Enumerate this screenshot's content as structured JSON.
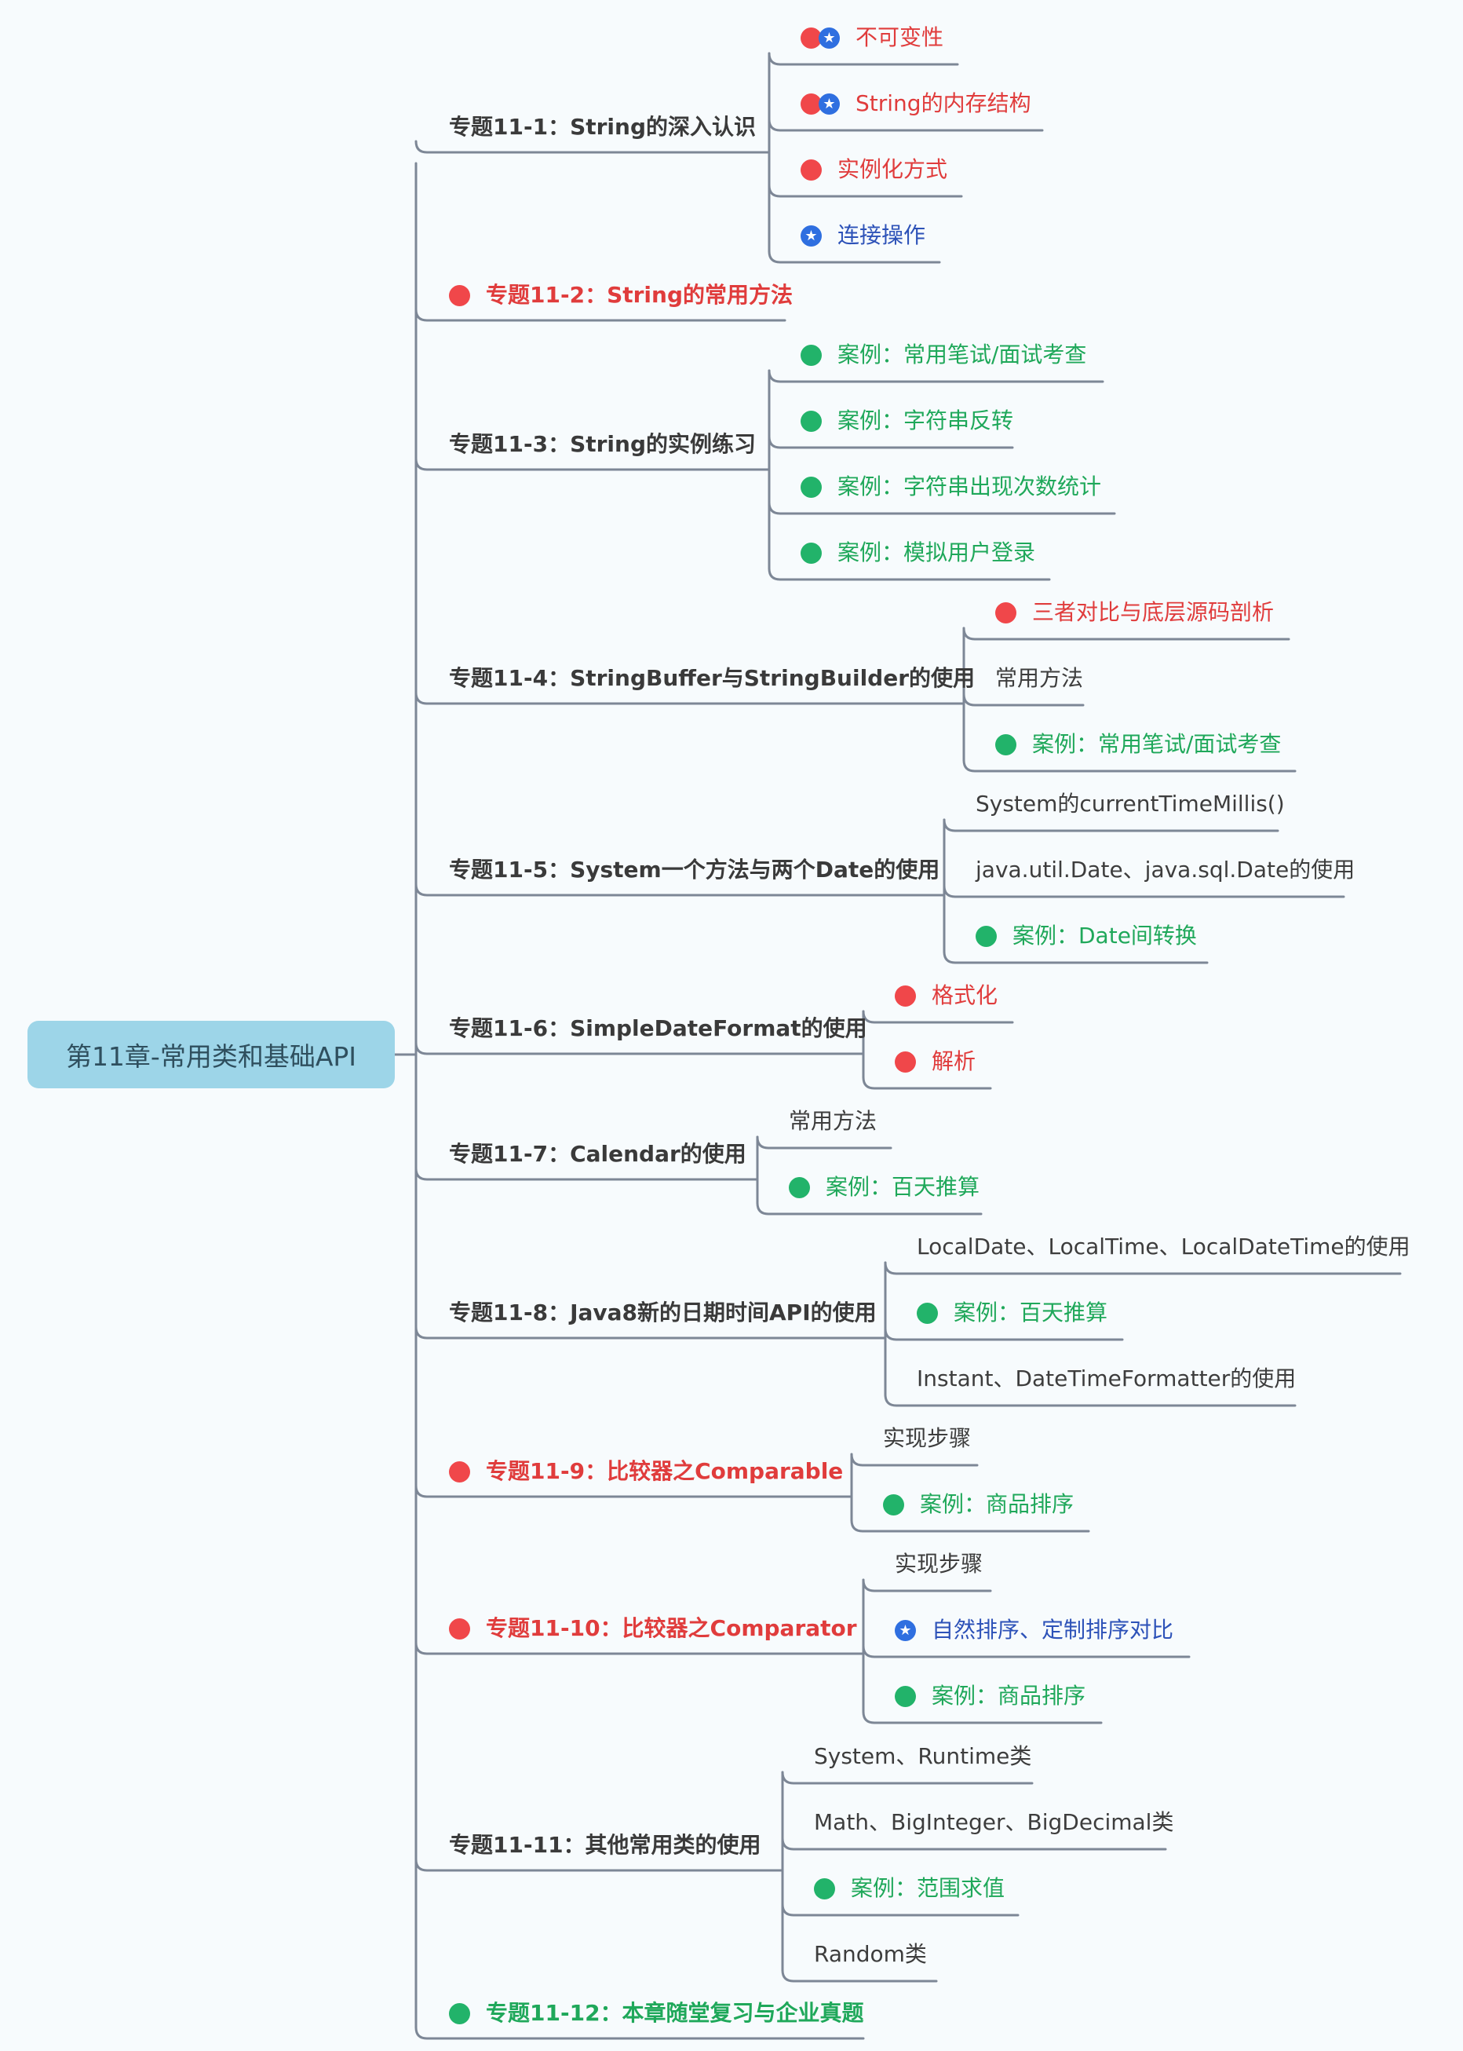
{
  "root": {
    "label": "第11章-常用类和基础API"
  },
  "topics": [
    {
      "label": "专题11-1：String的深入认识",
      "color": "default",
      "markers": [],
      "children": [
        {
          "label": "不可变性",
          "color": "red",
          "markers": [
            "red-dot",
            "star-icon"
          ]
        },
        {
          "label": "String的内存结构",
          "color": "red",
          "markers": [
            "red-dot",
            "star-icon"
          ]
        },
        {
          "label": "实例化方式",
          "color": "red",
          "markers": [
            "red-dot"
          ]
        },
        {
          "label": "连接操作",
          "color": "blue",
          "markers": [
            "star-icon"
          ]
        }
      ]
    },
    {
      "label": "专题11-2：String的常用方法",
      "color": "red",
      "markers": [
        "red-dot"
      ],
      "children": []
    },
    {
      "label": "专题11-3：String的实例练习",
      "color": "default",
      "markers": [],
      "children": [
        {
          "label": "案例：常用笔试/面试考查",
          "color": "green",
          "markers": [
            "green-dot"
          ]
        },
        {
          "label": "案例：字符串反转",
          "color": "green",
          "markers": [
            "green-dot"
          ]
        },
        {
          "label": "案例：字符串出现次数统计",
          "color": "green",
          "markers": [
            "green-dot"
          ]
        },
        {
          "label": "案例：模拟用户登录",
          "color": "green",
          "markers": [
            "green-dot"
          ]
        }
      ]
    },
    {
      "label": "专题11-4：StringBuffer与StringBuilder的使用",
      "color": "default",
      "markers": [],
      "children": [
        {
          "label": "三者对比与底层源码剖析",
          "color": "red",
          "markers": [
            "red-dot"
          ]
        },
        {
          "label": "常用方法",
          "color": "default",
          "markers": []
        },
        {
          "label": "案例：常用笔试/面试考查",
          "color": "green",
          "markers": [
            "green-dot"
          ]
        }
      ]
    },
    {
      "label": "专题11-5：System一个方法与两个Date的使用",
      "color": "default",
      "markers": [],
      "children": [
        {
          "label": "System的currentTimeMillis()",
          "color": "default",
          "markers": []
        },
        {
          "label": "java.util.Date、java.sql.Date的使用",
          "color": "default",
          "markers": []
        },
        {
          "label": "案例：Date间转换",
          "color": "green",
          "markers": [
            "green-dot"
          ]
        }
      ]
    },
    {
      "label": "专题11-6：SimpleDateFormat的使用",
      "color": "default",
      "markers": [],
      "children": [
        {
          "label": "格式化",
          "color": "red",
          "markers": [
            "red-dot"
          ]
        },
        {
          "label": "解析",
          "color": "red",
          "markers": [
            "red-dot"
          ]
        }
      ]
    },
    {
      "label": "专题11-7：Calendar的使用",
      "color": "default",
      "markers": [],
      "children": [
        {
          "label": "常用方法",
          "color": "default",
          "markers": []
        },
        {
          "label": "案例：百天推算",
          "color": "green",
          "markers": [
            "green-dot"
          ]
        }
      ]
    },
    {
      "label": "专题11-8：Java8新的日期时间API的使用",
      "color": "default",
      "markers": [],
      "children": [
        {
          "label": "LocalDate、LocalTime、LocalDateTime的使用",
          "color": "default",
          "markers": []
        },
        {
          "label": "案例：百天推算",
          "color": "green",
          "markers": [
            "green-dot"
          ]
        },
        {
          "label": "Instant、DateTimeFormatter的使用",
          "color": "default",
          "markers": []
        }
      ]
    },
    {
      "label": "专题11-9：比较器之Comparable",
      "color": "red",
      "markers": [
        "red-dot"
      ],
      "children": [
        {
          "label": "实现步骤",
          "color": "default",
          "markers": []
        },
        {
          "label": "案例：商品排序",
          "color": "green",
          "markers": [
            "green-dot"
          ]
        }
      ]
    },
    {
      "label": "专题11-10：比较器之Comparator",
      "color": "red",
      "markers": [
        "red-dot"
      ],
      "children": [
        {
          "label": "实现步骤",
          "color": "default",
          "markers": []
        },
        {
          "label": "自然排序、定制排序对比",
          "color": "blue",
          "markers": [
            "star-icon"
          ]
        },
        {
          "label": "案例：商品排序",
          "color": "green",
          "markers": [
            "green-dot"
          ]
        }
      ]
    },
    {
      "label": "专题11-11：其他常用类的使用",
      "color": "default",
      "markers": [],
      "children": [
        {
          "label": "System、Runtime类",
          "color": "default",
          "markers": []
        },
        {
          "label": "Math、BigInteger、BigDecimal类",
          "color": "default",
          "markers": []
        },
        {
          "label": "案例：范围求值",
          "color": "green",
          "markers": [
            "green-dot"
          ]
        },
        {
          "label": "Random类",
          "color": "default",
          "markers": []
        }
      ]
    },
    {
      "label": "专题11-12：本章随堂复习与企业真题",
      "color": "green",
      "markers": [
        "green-dot"
      ],
      "children": []
    }
  ],
  "colors": {
    "line": "#7d8796",
    "root_bg": "#9dd5e8",
    "red": "#e03c3c",
    "green": "#1fa85a",
    "blue": "#2d52b8",
    "background": "#f7fbfd"
  }
}
